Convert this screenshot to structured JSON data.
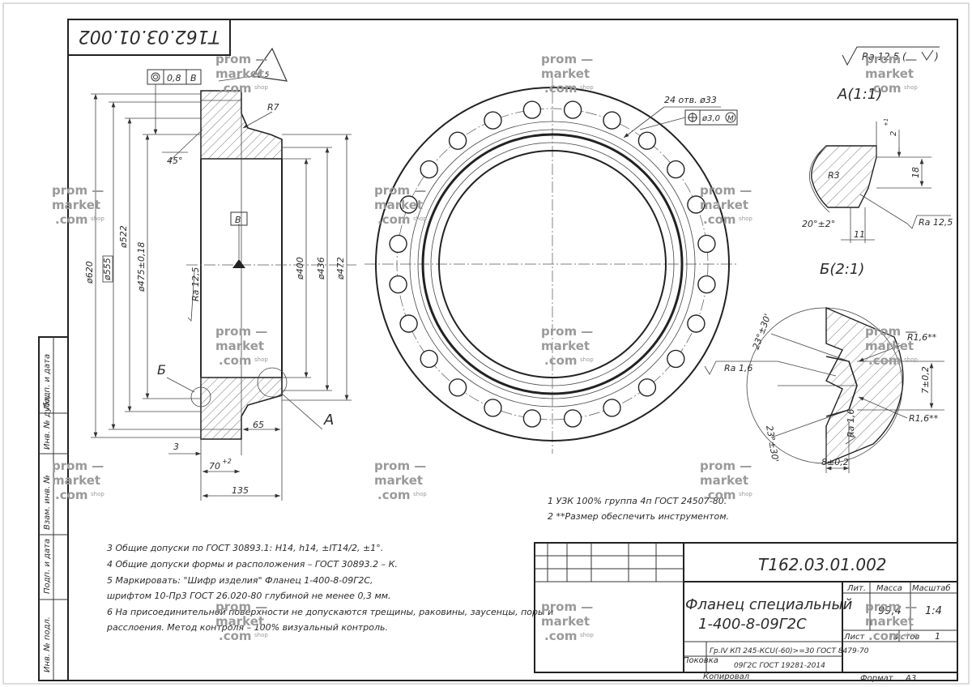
{
  "doc_number": "Т162.03.01.002",
  "doc_number_mirrored": "Т162.03.01.002",
  "part_name_line1": "Фланец специальный",
  "part_name_line2": "1-400-8-09Г2С",
  "material_label": "Поковка",
  "material_line1": "Гр.IV КП 245-КСU(-60)>=30 ГОСТ 8479-70",
  "material_line2": "09Г2С ГОСТ 19281-2014",
  "title_block": {
    "lit_label": "Лит.",
    "mass_label": "Масса",
    "scale_label": "Масштаб",
    "mass_value": "99,4",
    "scale_value": "1:4",
    "sheet_label": "Лист",
    "sheets_label": "Листов",
    "sheets_value": "1",
    "copied_label": "Копировал",
    "format_label": "Формат",
    "format_value": "А3"
  },
  "side_stamp": [
    "Инв. № подл.",
    "Подп. и дата",
    "Взам. инв. №",
    "Инв. № дубл.",
    "Подп. и дата"
  ],
  "roughness_general": "Ra 12,5 (",
  "section_view": {
    "position_tol": "0,8",
    "datum_ref": "В",
    "datum_box": "В",
    "chamfer_angle": "45°",
    "radius": "R7",
    "d620": "ø620",
    "d555": "ø555",
    "d522": "ø522",
    "d475": "ø475±0,18",
    "d400": "ø400",
    "d436": "ø436",
    "d472": "ø472",
    "ra": "Ra 12,5",
    "label_b": "Б",
    "label_a": "А",
    "dim_3": "3",
    "dim_65": "65",
    "dim_70": "70",
    "dim_70_tol": "+2",
    "dim_135": "135"
  },
  "top_view": {
    "holes_note": "24 отв. ø33",
    "hole_position_tol": "ø3,0",
    "hole_modifier": "М",
    "hole_count": 24
  },
  "detail_a": {
    "title": "А(1:1)",
    "dim_18": "18",
    "dim_2": "2",
    "dim_2_tol": "+1",
    "radius": "R3",
    "angle": "20°±2°",
    "dim_11": "11",
    "ra": "Ra 12,5"
  },
  "detail_b": {
    "title": "Б(2:1)",
    "r_top": "R1,6**",
    "r_bottom": "R1,6**",
    "angle_top": "23°±30'",
    "angle_bottom": "23°±30'",
    "ra_left": "Ra 1,6",
    "ra_bottom": "Ra 1,6",
    "dim_7": "7±0,2",
    "dim_8": "8±0,2"
  },
  "notes_right": [
    "1  УЗК 100% группа 4п ГОСТ 24507-80.",
    "2  **Размер обеспечить инструментом."
  ],
  "notes_left": [
    "3  Общие допуски по ГОСТ 30893.1: H14, h14, ±IT14/2, ±1°.",
    "4  Общие допуски формы и расположения – ГОСТ 30893.2 – К.",
    "5  Маркировать: \"Шифр изделия\" Фланец 1-400-8-09Г2С,",
    "шрифтом 10-Пр3 ГОСТ 26.020-80 глубиной не менее 0,3 мм.",
    "6  На присоединительной поверхности не допускаются трещины, раковины, заусенцы, поры и",
    "расслоения. Метод контроля – 100% визуальный контроль."
  ],
  "watermark": {
    "line1": "prom —",
    "line2": "market",
    "line3": ".com",
    "shop": "shop"
  }
}
